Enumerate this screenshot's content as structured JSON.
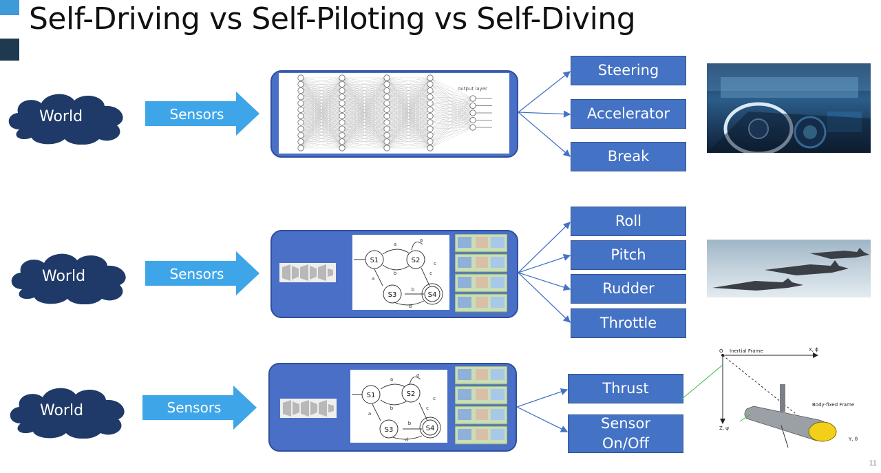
{
  "slide": {
    "title": "Self-Driving vs Self-Piloting vs Self-Diving",
    "page_number": "11"
  },
  "rows": [
    {
      "name": "self-driving",
      "source_label": "World",
      "arrow_label": "Sensors",
      "network_caption": "output layer",
      "outputs": [
        "Steering",
        "Accelerator",
        "Break"
      ]
    },
    {
      "name": "self-piloting",
      "source_label": "World",
      "arrow_label": "Sensors",
      "fsm_states": [
        "S1",
        "S2",
        "S3",
        "S4"
      ],
      "fsm_edges": [
        "a",
        "b",
        "c",
        "a",
        "b",
        "c",
        "d",
        "a"
      ],
      "outputs": [
        "Roll",
        "Pitch",
        "Rudder",
        "Throttle"
      ]
    },
    {
      "name": "self-diving",
      "source_label": "World",
      "arrow_label": "Sensors",
      "fsm_states": [
        "S1",
        "S2",
        "S3",
        "S4"
      ],
      "fsm_edges": [
        "a",
        "b",
        "c",
        "a",
        "b",
        "c",
        "d",
        "a"
      ],
      "outputs": [
        "Thrust",
        "Sensor On/Off"
      ]
    }
  ],
  "auv_figure": {
    "inertial_label": "Inertial Frame",
    "body_label": "Body-fixed Frame",
    "origin_label": "O",
    "x_axis_label": "X, ϕ",
    "z_axis_label": "Z, ψ",
    "y_axis_label": "Y, θ"
  },
  "colors": {
    "accent_blue": "#4472c4",
    "box_blue": "#4a6fc6",
    "arrow_blue": "#3ea6e8",
    "cloud_navy": "#1f3a68",
    "bar_light": "#3e9ad8",
    "bar_dark": "#1f3a4f"
  }
}
